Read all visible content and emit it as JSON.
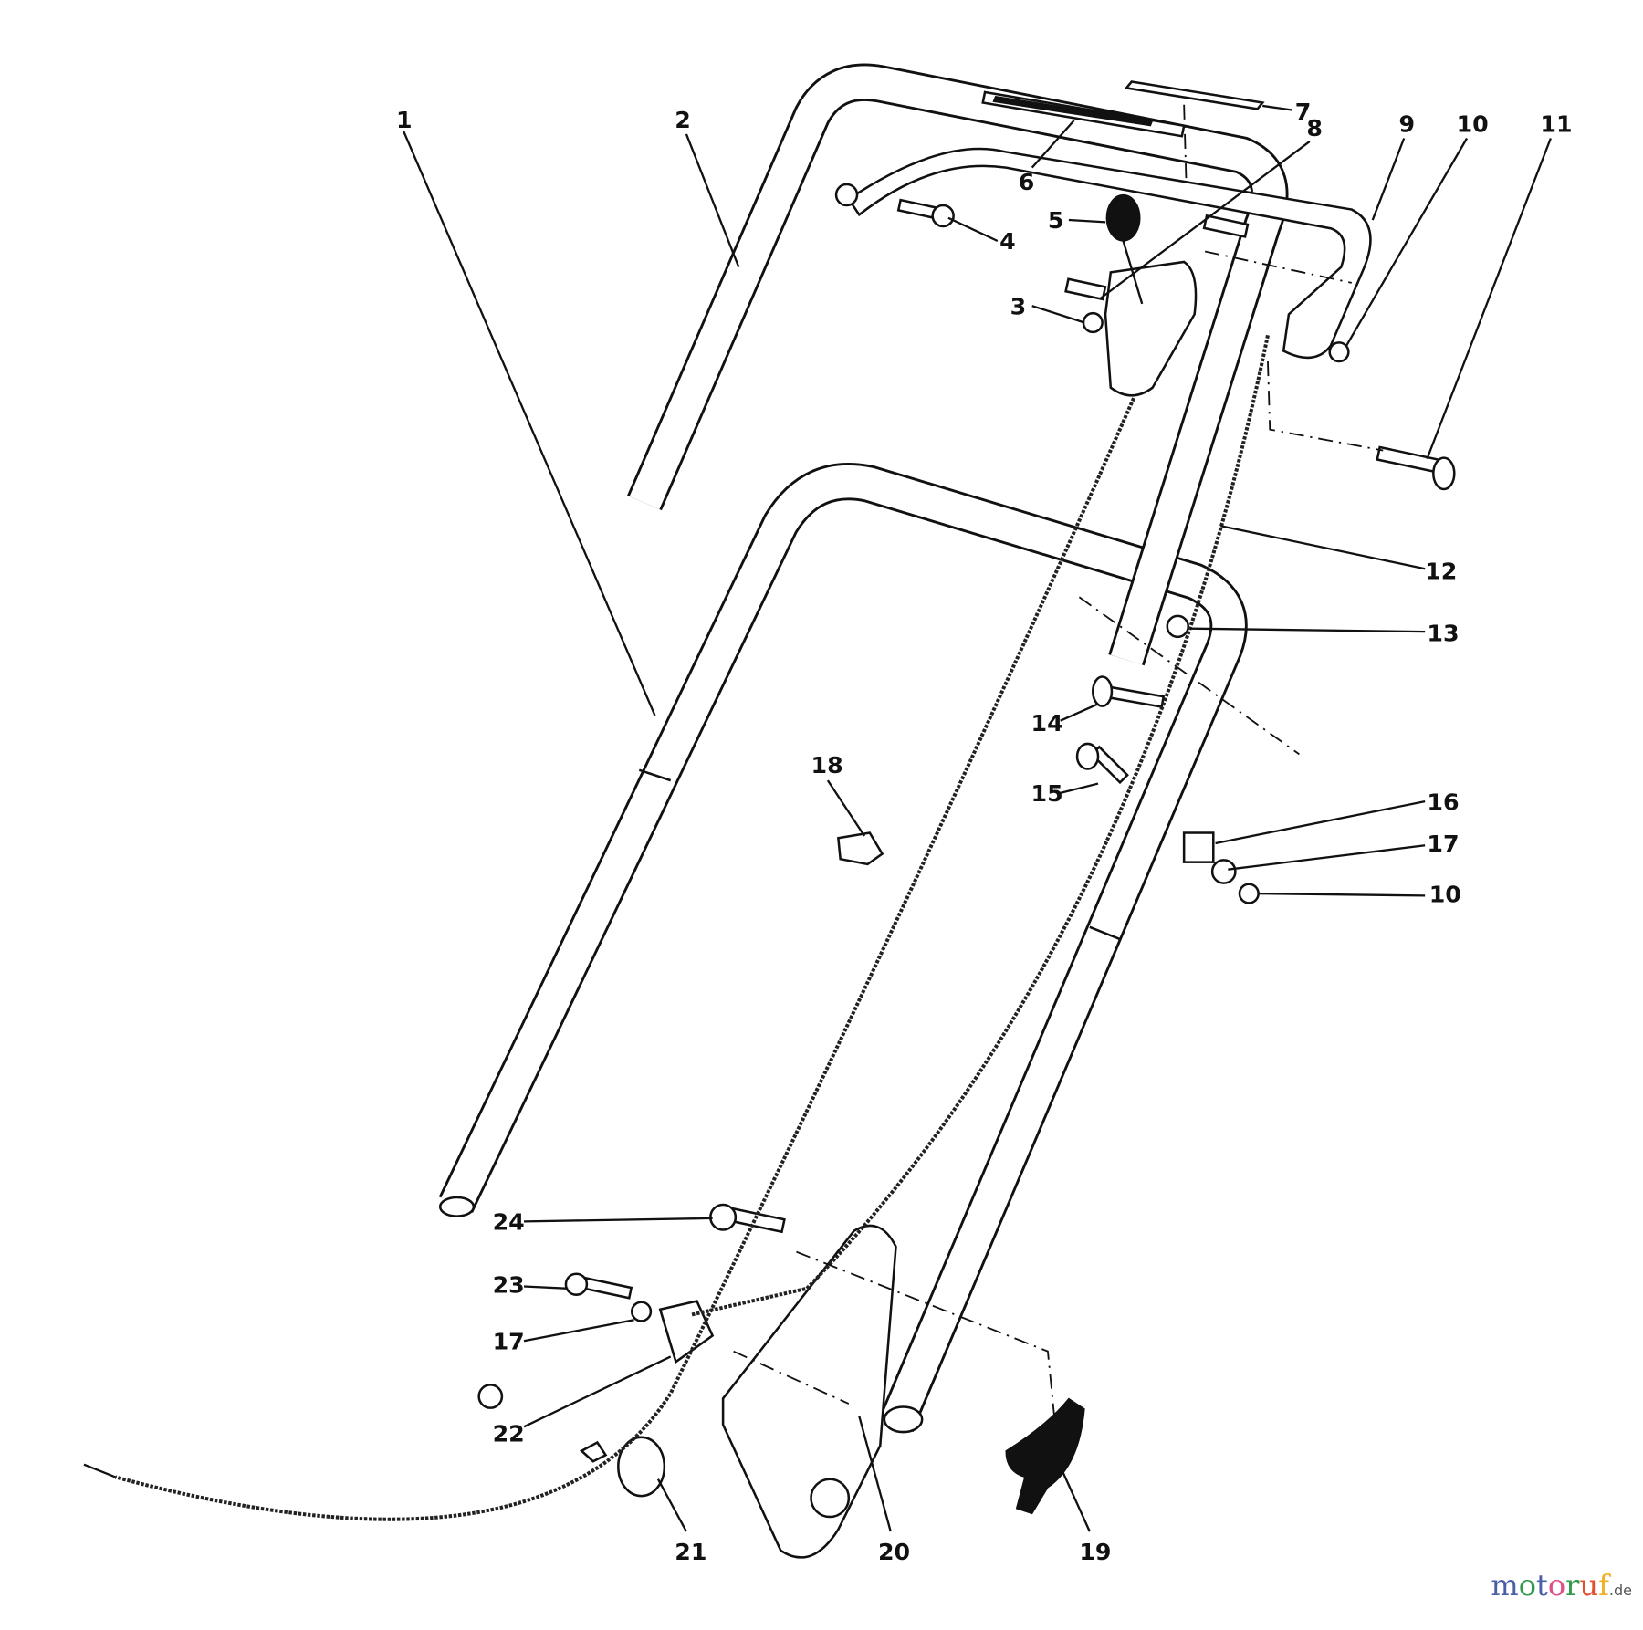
{
  "diagram": {
    "callouts": [
      {
        "id": "c1",
        "text": "1"
      },
      {
        "id": "c2",
        "text": "2"
      },
      {
        "id": "c3",
        "text": "3"
      },
      {
        "id": "c4",
        "text": "4"
      },
      {
        "id": "c5",
        "text": "5"
      },
      {
        "id": "c6",
        "text": "6"
      },
      {
        "id": "c7",
        "text": "7"
      },
      {
        "id": "c8",
        "text": "8"
      },
      {
        "id": "c9",
        "text": "9"
      },
      {
        "id": "c10a",
        "text": "10"
      },
      {
        "id": "c11",
        "text": "11"
      },
      {
        "id": "c12",
        "text": "12"
      },
      {
        "id": "c13",
        "text": "13"
      },
      {
        "id": "c14",
        "text": "14"
      },
      {
        "id": "c15",
        "text": "15"
      },
      {
        "id": "c16",
        "text": "16"
      },
      {
        "id": "c17a",
        "text": "17"
      },
      {
        "id": "c10b",
        "text": "10"
      },
      {
        "id": "c18",
        "text": "18"
      },
      {
        "id": "c19",
        "text": "19"
      },
      {
        "id": "c20",
        "text": "20"
      },
      {
        "id": "c21",
        "text": "21"
      },
      {
        "id": "c22",
        "text": "22"
      },
      {
        "id": "c17b",
        "text": "17"
      },
      {
        "id": "c23",
        "text": "23"
      },
      {
        "id": "c24",
        "text": "24"
      }
    ]
  },
  "watermark": {
    "text": "motoruf",
    "suffix": ".de",
    "letter_colors": [
      "#4a5fa8",
      "#2e9a4a",
      "#4a5fa8",
      "#e0508a",
      "#2e9a4a",
      "#e05030",
      "#f0b020"
    ]
  }
}
